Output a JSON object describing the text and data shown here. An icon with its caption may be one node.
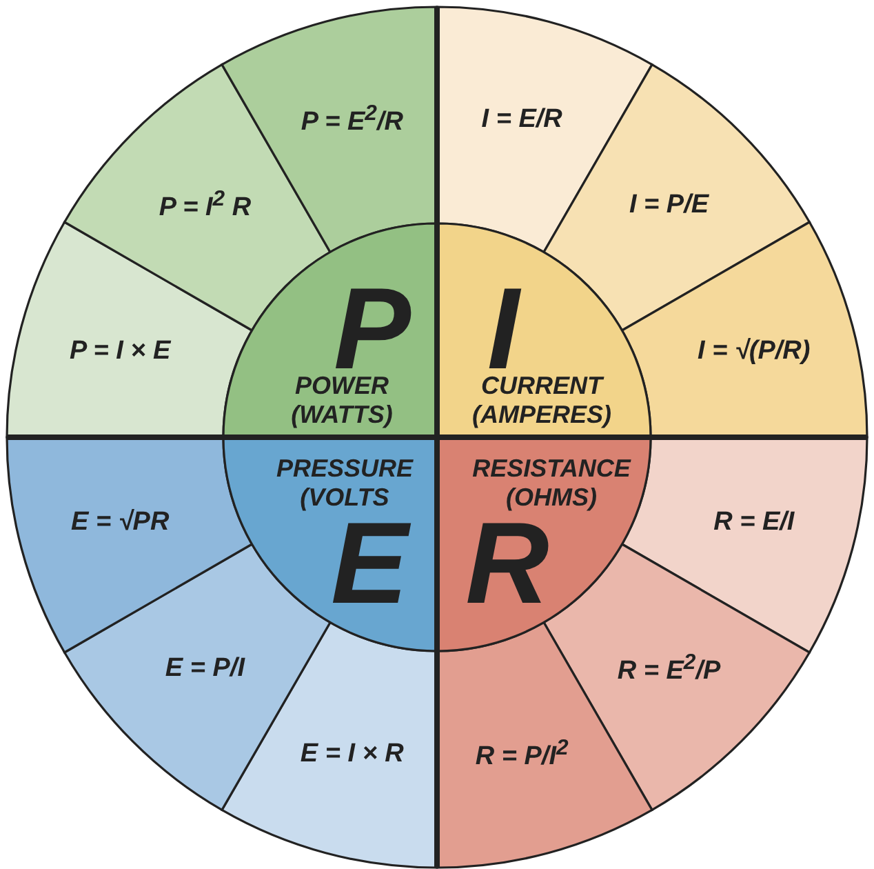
{
  "diagram": {
    "nodes": [
      {
        "text": [
          "P",
          "POWER (WATTS)"
        ]
      },
      {
        "text": [
          "I",
          "CURRENT (AMPERES)"
        ]
      },
      {
        "text": [
          "PRESSURE (VOLTS",
          "E"
        ]
      },
      {
        "text": [
          "RESISTANCE (OHMS)",
          "R"
        ]
      },
      {
        "text": [
          "I = E/R"
        ]
      },
      {
        "text": [
          "I = P/E"
        ]
      },
      {
        "text": [
          "I = √(P/R)"
        ]
      },
      {
        "text": [
          "R = E/I"
        ]
      },
      {
        "text": [
          "R = E$^{2}$/P"
        ]
      },
      {
        "text": [
          "R = P/I$^{2}$"
        ]
      },
      {
        "text": [
          "E = I × R"
        ]
      },
      {
        "text": [
          "E = P/I"
        ]
      },
      {
        "text": [
          "E = √PR"
        ]
      },
      {
        "text": [
          "P = I × E"
        ]
      },
      {
        "text": [
          "P = I$^{2}$ R"
        ]
      },
      {
        "text": [
          "P = E$^{2}$/R"
        ]
      }
    ]
  }
}
